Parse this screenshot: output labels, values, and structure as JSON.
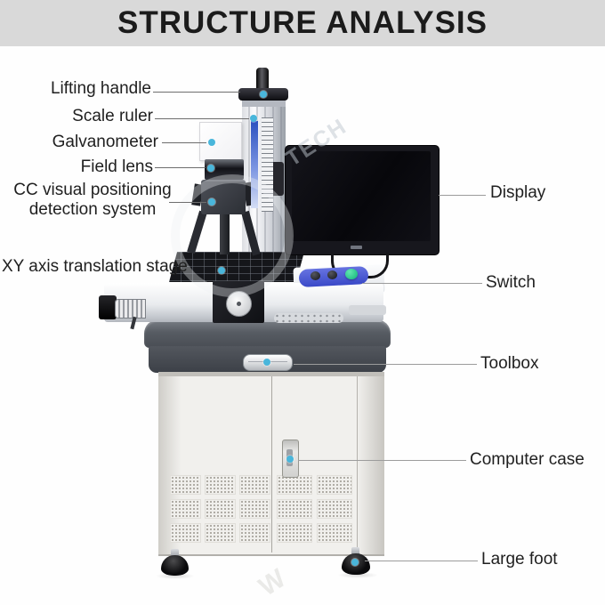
{
  "title": "STRUCTURE ANALYSIS",
  "watermark": {
    "primary": "TECH",
    "secondary": "W"
  },
  "labels": {
    "lifting_handle": "Lifting handle",
    "scale_ruler": "Scale ruler",
    "galvanometer": "Galvanometer",
    "field_lens": "Field lens",
    "cc_visual_line1": "CC visual positioning",
    "cc_visual_line2": "detection system",
    "xy_stage": "XY axis translation stage",
    "display": "Display",
    "switch": "Switch",
    "toolbox": "Toolbox",
    "computer_case": "Computer case",
    "large_foot": "Large foot"
  },
  "colors": {
    "banner_bg": "#d9d9d9",
    "banner_text": "#1b1b1b",
    "callout_dot": "#49b6db",
    "switch_panel_blue": "#4353cd",
    "switch_green_button": "#1ec98c",
    "machine_table_gray": "#4c5056",
    "cabinet_white": "#f1f0ed",
    "scale_blue": "#2c51c0"
  }
}
